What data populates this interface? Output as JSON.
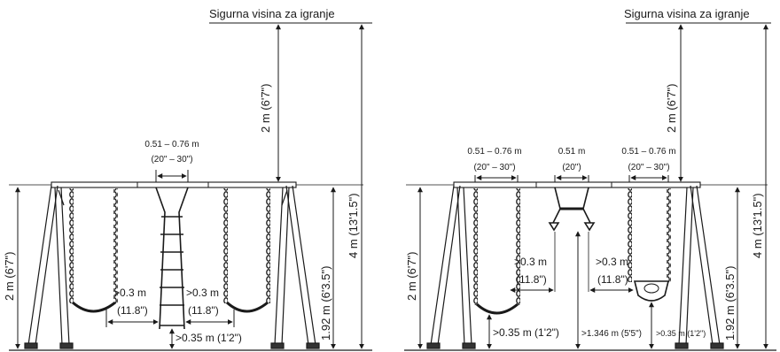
{
  "left": {
    "safe_height_label": "Sigurna visina za igranje",
    "dim_top": "2 m (6'7\")",
    "dim_total": "4 m (13'1.5\")",
    "dim_frame": "2 m (6'7\")",
    "dim_beam": "1.92 m (6'3.5\")",
    "spacing_m": "0.51 – 0.76 m",
    "spacing_in": "(20\" – 30\")",
    "clear_a_m": ">0.3 m",
    "clear_a_in": "(11.8\")",
    "clear_b_m": ">0.3 m",
    "clear_b_in": "(11.8\")",
    "ground": ">0.35 m (1'2\")"
  },
  "right": {
    "safe_height_label": "Sigurna visina za igranje",
    "dim_top": "2 m (6'7\")",
    "dim_total": "4 m (13'1.5\")",
    "dim_frame": "2 m (6'7\")",
    "dim_beam": "1.92 m (6'3.5\")",
    "spacing1_m": "0.51 – 0.76 m",
    "spacing1_in": "(20\" – 30\")",
    "spacing2_m": "0.51 m",
    "spacing2_in": "(20\")",
    "spacing3_m": "0.51 – 0.76 m",
    "spacing3_in": "(20\" – 30\")",
    "clear_a_m": ">0.3 m",
    "clear_a_in": "(11.8\")",
    "clear_b_m": ">0.3 m",
    "clear_b_in": "(11.8\")",
    "ground_a": ">0.35 m (1'2\")",
    "ground_b": ">1.346 m (5'5\")",
    "ground_c": ">0.35 m (1'2\")"
  },
  "colors": {
    "line": "#1a1a1a",
    "bg": "#ffffff"
  }
}
